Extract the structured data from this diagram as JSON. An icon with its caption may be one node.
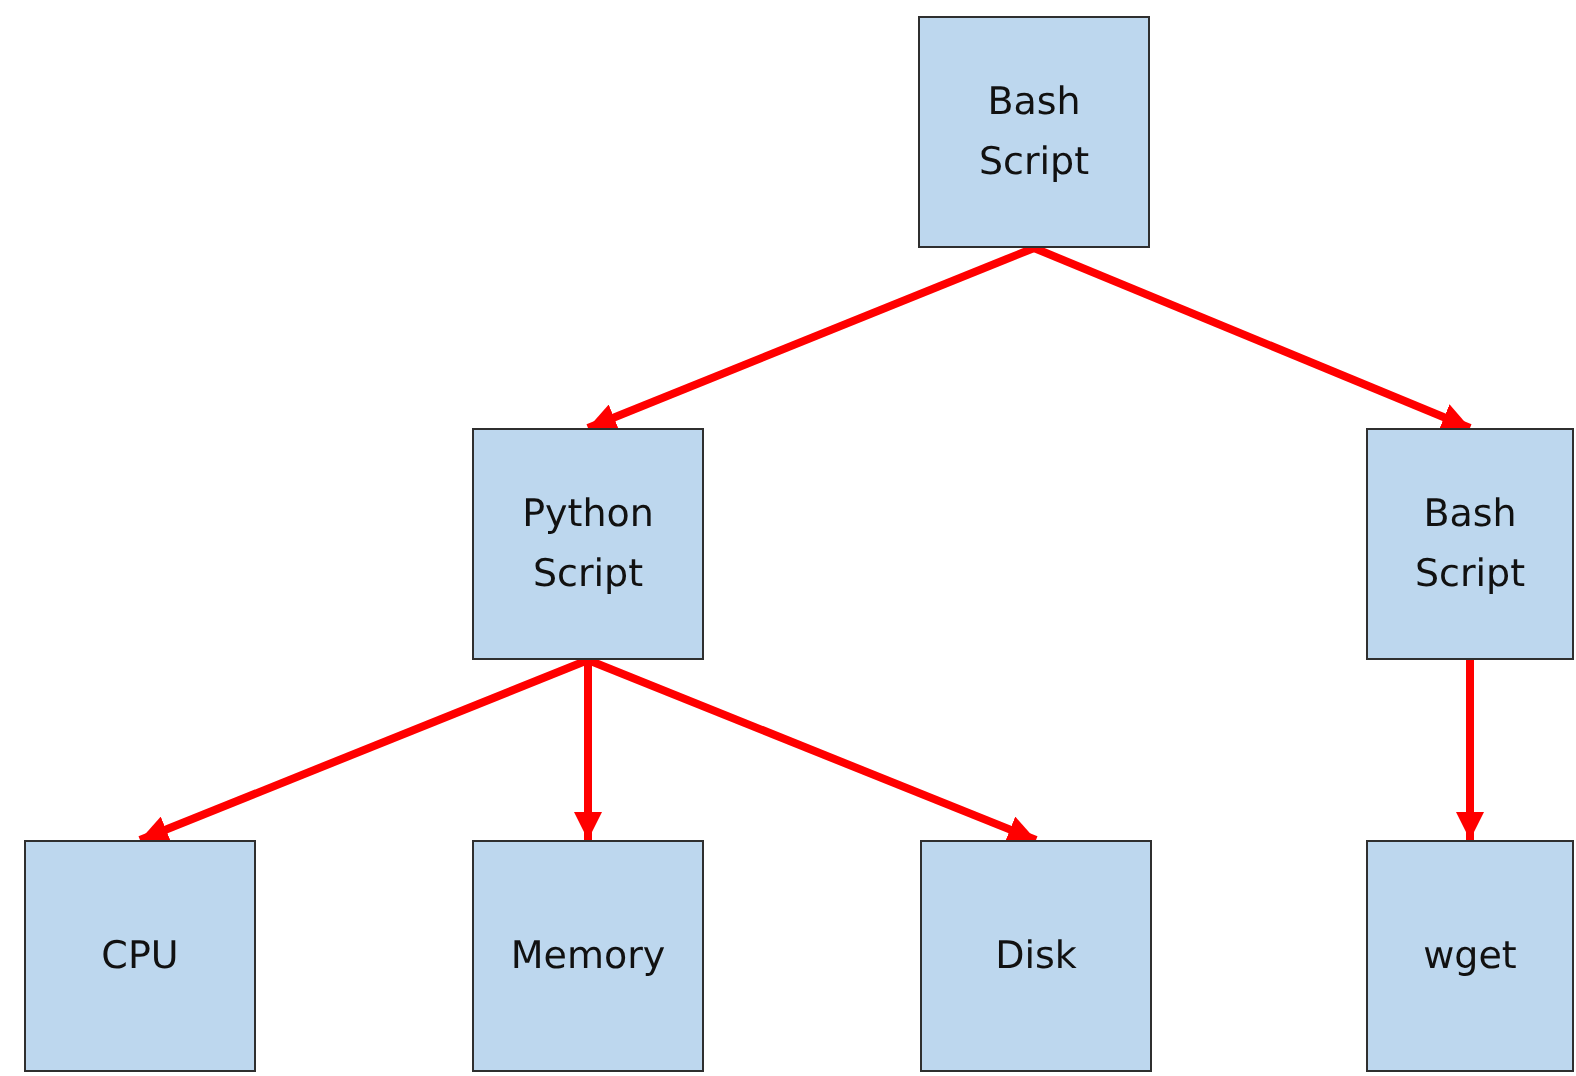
{
  "diagram": {
    "nodes": [
      {
        "text": [
          "Bash Script"
        ]
      },
      {
        "text": [
          "Python Script"
        ]
      },
      {
        "text": [
          "Bash Script"
        ]
      },
      {
        "text": [
          "CPU"
        ]
      },
      {
        "text": [
          "Memory"
        ]
      },
      {
        "text": [
          "Disk"
        ]
      },
      {
        "text": [
          "wget"
        ]
      }
    ],
    "edges": [
      {
        "from": 0,
        "to": 1,
        "arrow": "to"
      },
      {
        "from": 0,
        "to": 2,
        "arrow": "to"
      },
      {
        "from": 1,
        "to": 3,
        "arrow": "to"
      },
      {
        "from": 1,
        "to": 4,
        "arrow": "to"
      },
      {
        "from": 1,
        "to": 5,
        "arrow": "to"
      },
      {
        "from": 2,
        "to": 6,
        "arrow": "to"
      }
    ]
  }
}
